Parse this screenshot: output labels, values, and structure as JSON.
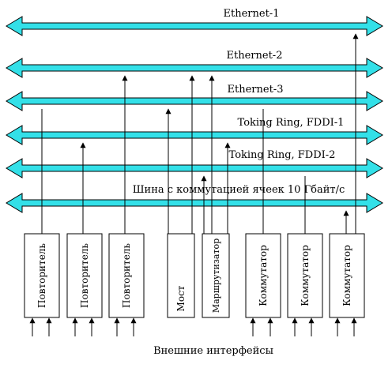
{
  "buses": [
    {
      "id": "ethernet-1",
      "label": "Ethernet-1"
    },
    {
      "id": "ethernet-2",
      "label": "Ethernet-2"
    },
    {
      "id": "ethernet-3",
      "label": "Ethernet-3"
    },
    {
      "id": "token-ring-fddi-1",
      "label": "Toking Ring, FDDI-1"
    },
    {
      "id": "token-ring-fddi-2",
      "label": "Toking Ring, FDDI-2"
    },
    {
      "id": "cell-switch-bus",
      "label": "Шина с коммутацией ячеек 10 Гбайт/с"
    }
  ],
  "devices": [
    {
      "id": "repeater-1",
      "label": "Повторитель"
    },
    {
      "id": "repeater-2",
      "label": "Повторитель"
    },
    {
      "id": "repeater-3",
      "label": "Повторитель"
    },
    {
      "id": "bridge",
      "label": "Мост"
    },
    {
      "id": "router",
      "label": "Маршрутизатор"
    },
    {
      "id": "switch-1",
      "label": "Коммутатор"
    },
    {
      "id": "switch-2",
      "label": "Коммутатор"
    },
    {
      "id": "switch-3",
      "label": "Коммутатор"
    }
  ],
  "footer": {
    "label": "Внешние интерфейсы"
  },
  "colors": {
    "bus_fill": "#33e0e8",
    "stroke": "#000000",
    "background": "#ffffff"
  }
}
